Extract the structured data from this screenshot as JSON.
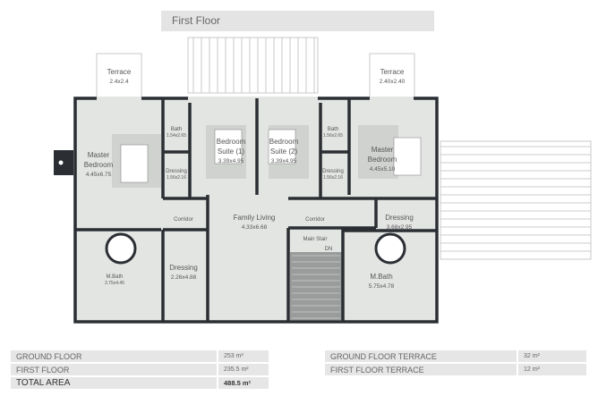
{
  "title": "First Floor",
  "rooms": {
    "terrace_left": {
      "name": "Terrace",
      "dim": "2.4x2.4"
    },
    "terrace_right": {
      "name": "Terrace",
      "dim": "2.40x2.40"
    },
    "master_left": {
      "name": "Master",
      "name2": "Bedroom",
      "dim": "4.45x6.75"
    },
    "bath_left": {
      "name": "Bath",
      "dim": "1.54x2.65"
    },
    "dressing_small_left": {
      "name": "Dressing",
      "dim": "1.56x2.16"
    },
    "suite1": {
      "name": "Bedroom",
      "name2": "Suite (1)",
      "dim": "3.39x4.95"
    },
    "suite2": {
      "name": "Bedroom",
      "name2": "Suite (2)",
      "dim": "3.39x4.95"
    },
    "bath_right": {
      "name": "Bath",
      "dim": "1.56x2.65"
    },
    "dressing_small_right": {
      "name": "Dressing",
      "dim": "1.56x2.16"
    },
    "master_right": {
      "name": "Master",
      "name2": "Bedroom",
      "dim": "4.45x5.10"
    },
    "corridor_left": {
      "name": "Corridor"
    },
    "family_living": {
      "name": "Family Living",
      "dim": "4.33x6.68"
    },
    "corridor_right": {
      "name": "Corridor"
    },
    "dressing_right": {
      "name": "Dressing",
      "dim": "3.68x2.95"
    },
    "main_stair": {
      "name": "Main Stair",
      "dn": "DN"
    },
    "mbath_left": {
      "name": "M.Bath",
      "dim": "3.75x4.45"
    },
    "dressing_left": {
      "name": "Dressing",
      "dim": "2.26x4.88"
    },
    "mbath_right": {
      "name": "M.Bath",
      "dim": "5.75x4.78"
    }
  },
  "areas": [
    {
      "label": "GROUND FLOOR",
      "value": "253 m²"
    },
    {
      "label": "FIRST FLOOR",
      "value": "235.5 m²"
    },
    {
      "label": "TOTAL AREA",
      "value": "488.5 m²"
    }
  ],
  "terraces": [
    {
      "label": "GROUND FLOOR TERRACE",
      "value": "32 m²"
    },
    {
      "label": "FIRST FLOOR TERRACE",
      "value": "12 m²"
    }
  ],
  "colors": {
    "wall": "#2b2f33",
    "floor": "#e3e5e3",
    "rug": "#cfd2cf",
    "table": "#e6e6e6"
  }
}
